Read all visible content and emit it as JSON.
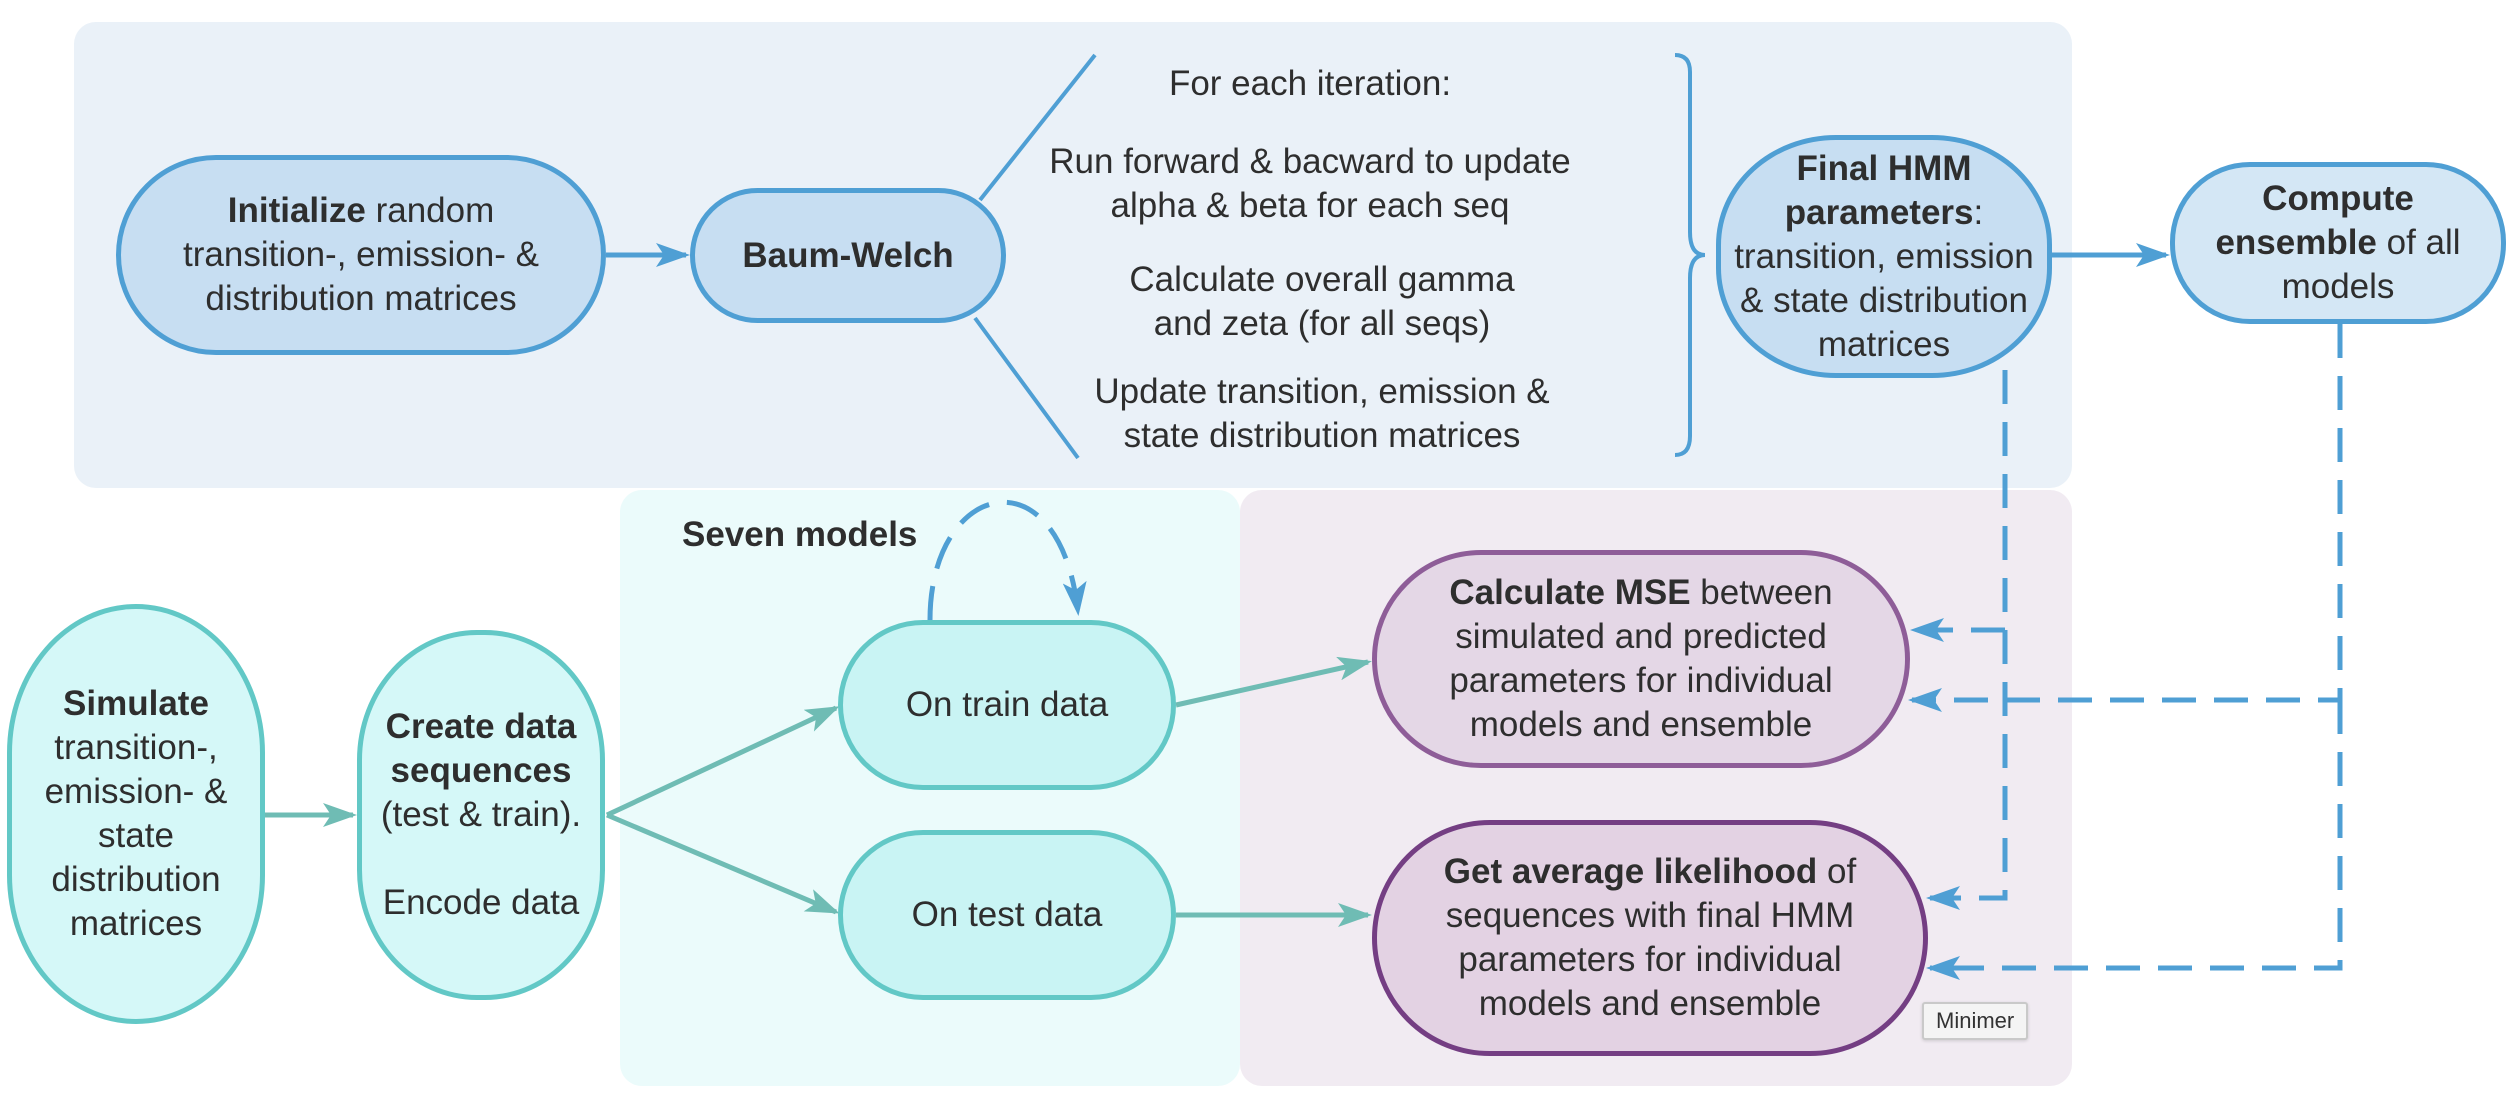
{
  "regions": {
    "top": "",
    "models_title": "Seven models"
  },
  "nodes": {
    "initialize": {
      "bold": "Initialize",
      "rest": " random transition-, emission- & distribution matrices"
    },
    "baum_welch": {
      "bold": "Baum-Welch"
    },
    "iteration": {
      "title": "For each iteration:",
      "step1_line1": "Run forward & bacward to update",
      "step1_line2": "alpha & beta for each seq",
      "step2_line1": "Calculate overall gamma",
      "step2_line2": "and zeta (for all seqs)",
      "step3_line1": "Update transition, emission &",
      "step3_line2": "state distribution matrices"
    },
    "final_hmm": {
      "bold": "Final HMM parameters",
      "rest": ": transition, emission & state distribution matrices"
    },
    "compute_ensemble": {
      "bold": "Compute ensemble",
      "rest": " of all models"
    },
    "simulate": {
      "bold": "Simulate",
      "rest": " transition-, emission- & state distribution matrices"
    },
    "create_data": {
      "bold": "Create data sequences",
      "rest": " (test & train).",
      "extra": "Encode data"
    },
    "train": {
      "label": "On train data"
    },
    "test": {
      "label": "On test data"
    },
    "mse": {
      "bold": "Calculate MSE",
      "rest": " between simulated and predicted parameters for individual models and ensemble"
    },
    "likelihood": {
      "bold": "Get average likelihood",
      "rest": " of sequences with final HMM parameters for individual models and ensemble"
    }
  },
  "tooltip": {
    "label": "Minimer"
  },
  "colors": {
    "blue_stroke": "#4f9fd4",
    "teal_stroke": "#6fbcb4",
    "purple_stroke": "#8e5d98"
  }
}
